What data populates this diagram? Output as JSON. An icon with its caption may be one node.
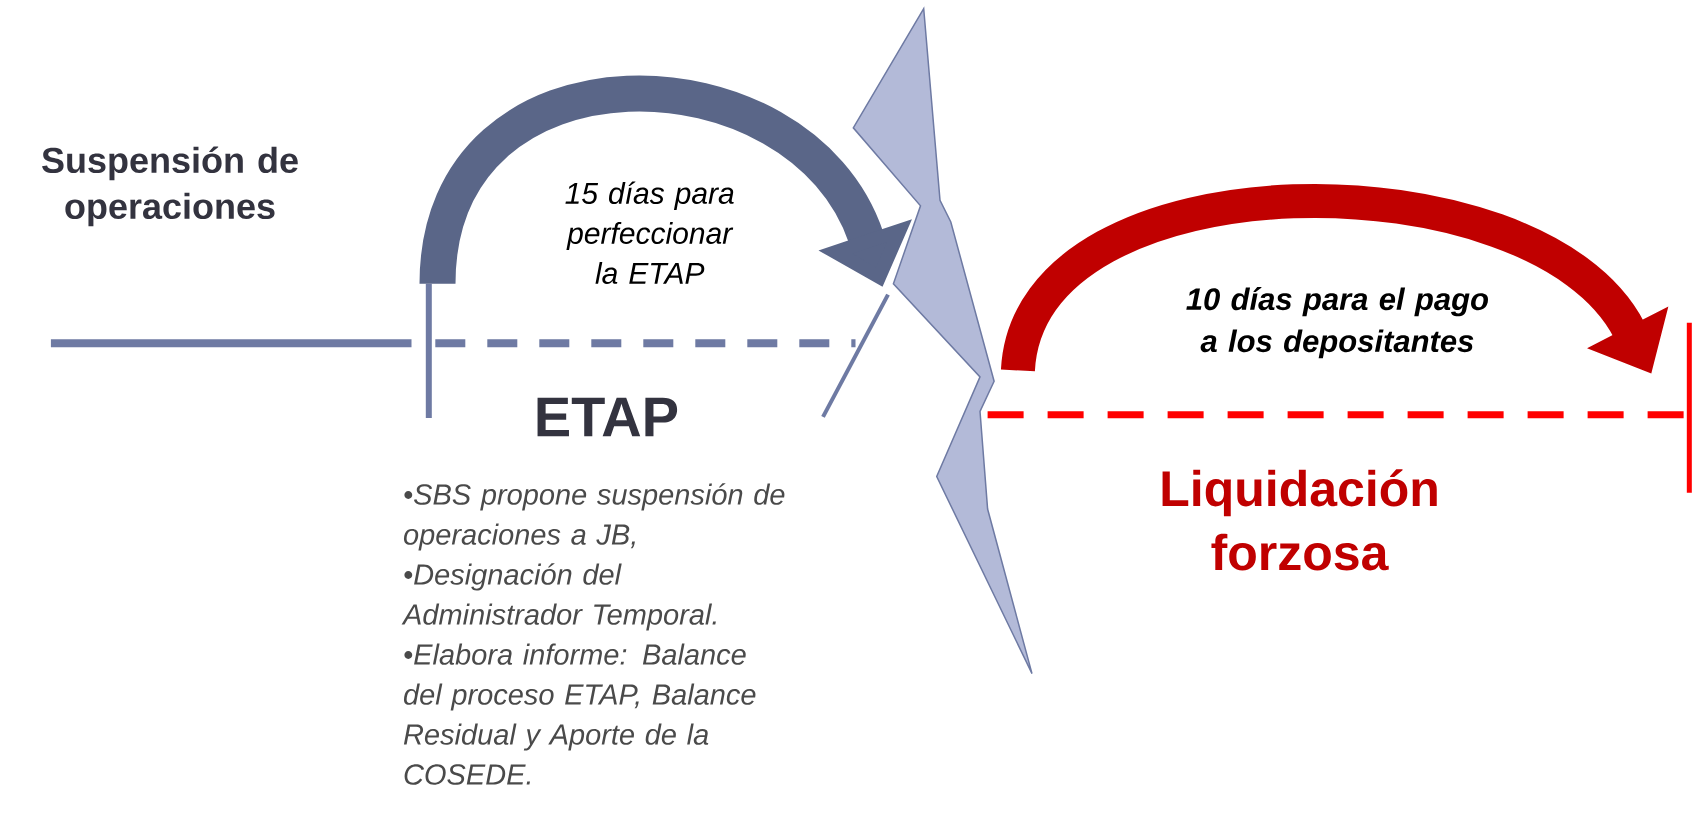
{
  "diagram": {
    "labels": [
      "Suspensión de operaciones",
      "15 días para perfeccionar la ETAP",
      "ETAP",
      "•SBS propone suspensión de operaciones a JB,",
      "•Designación del Administrador Temporal.",
      "•Elabora informe: Balance del proceso ETAP, Balance Residual y Aporte de la COSEDE.",
      "10 días para el pago a los depositantes",
      "Liquidación forzosa"
    ]
  }
}
